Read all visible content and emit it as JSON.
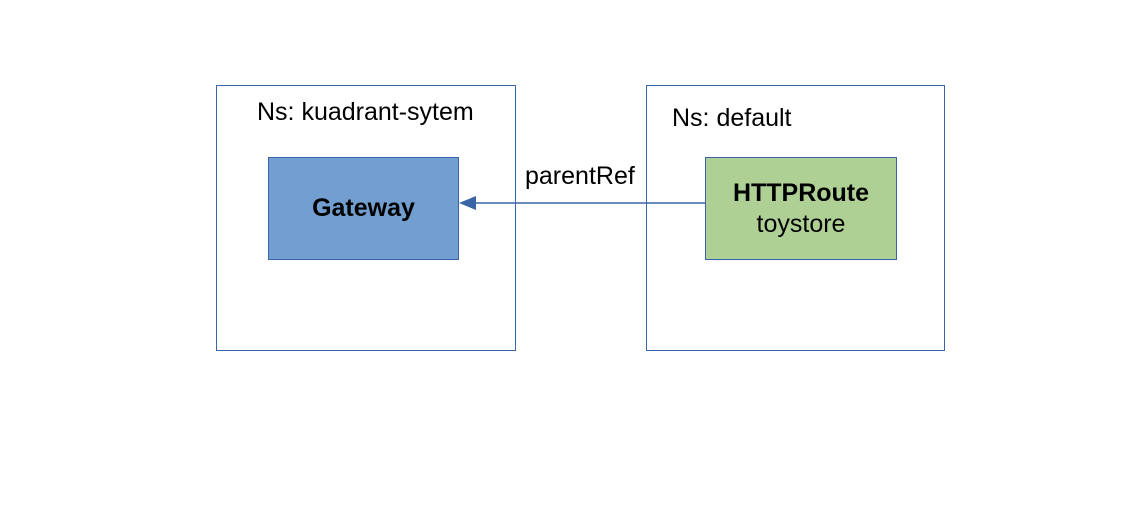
{
  "namespaces": [
    {
      "id": "left",
      "label": "Ns: kuadrant-sytem"
    },
    {
      "id": "right",
      "label": "Ns: default"
    }
  ],
  "resources": {
    "gateway": {
      "kind": "Gateway",
      "name": "",
      "fill": "#729fcf"
    },
    "httproute": {
      "kind": "HTTPRoute",
      "name": "toystore",
      "fill": "#afd095"
    }
  },
  "edges": [
    {
      "from": "httproute",
      "to": "gateway",
      "label": "parentRef"
    }
  ],
  "colors": {
    "stroke": "#3a64a8"
  }
}
